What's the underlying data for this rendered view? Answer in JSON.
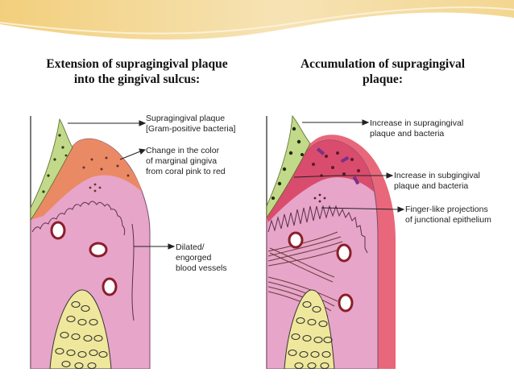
{
  "slide": {
    "heading_left": "Extension of supragingival plaque\ninto the gingival sulcus:",
    "heading_right": "Accumulation of supragingival\nplaque:"
  },
  "diagram_left": {
    "labels": [
      {
        "lines": [
          "Supragingival plaque",
          "[Gram-positive bacteria]"
        ]
      },
      {
        "lines": [
          "Change in the color",
          "of marginal gingiva",
          "from coral pink to red"
        ]
      },
      {
        "lines": [
          "Dilated/",
          "engorged",
          "blood vessels"
        ]
      }
    ]
  },
  "diagram_right": {
    "labels": [
      {
        "lines": [
          "Increase in supragingival",
          "plaque and bacteria"
        ]
      },
      {
        "lines": [
          "Increase in subgingival",
          "plaque and bacteria"
        ]
      },
      {
        "lines": [
          "Finger-like projections",
          "of junctional epithelium"
        ]
      }
    ]
  },
  "colors": {
    "gingiva": "#e7a5c9",
    "inflamed": "#ea8a65",
    "plaque": "#c2d98a",
    "bone": "#efe79b",
    "red_margin": "#e8677a"
  }
}
